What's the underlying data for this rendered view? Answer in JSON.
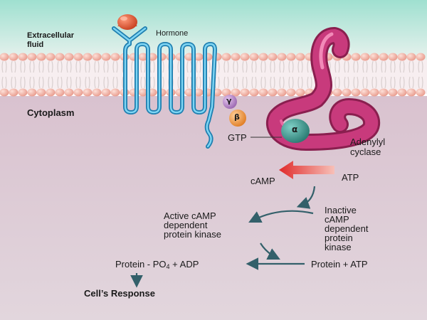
{
  "labels": {
    "extracellular": "Extracellular fluid",
    "hormone": "Hormone",
    "cytoplasm": "Cytoplasm",
    "gamma": "γ",
    "beta": "β",
    "alpha": "α",
    "gtp": "GTP",
    "adenylyl": "Adenylyl",
    "cyclase": "cyclase",
    "camp": "cAMP",
    "atp": "ATP",
    "active_kinase": [
      "Active cAMP",
      "dependent",
      "protein kinase"
    ],
    "inactive_kinase": [
      "Inactive",
      "cAMP",
      "dependent",
      "protein",
      "kinase"
    ],
    "left_product_a": "Protein - PO",
    "left_product_sub": "4",
    "left_product_b": " + ADP",
    "right_reactants": "Protein + ATP",
    "response": "Cell’s Response"
  },
  "colors": {
    "extracellular_top": "#9fe0d0",
    "extracellular_bottom": "#e9f2ee",
    "cytoplasm_top": "#d9c2cf",
    "cytoplasm_bottom": "#e0d3da",
    "phospholipid_head": "#f2b7ab",
    "receptor": "#3ab3e0",
    "adenylyl_cyclase": "#c13475",
    "hormone": "#e05c3c",
    "gamma_subunit": "#b986c8",
    "beta_subunit": "#f0a04a",
    "alpha_subunit": "#3d9c93",
    "camp_arrow": "#e03030",
    "pathway_arrow": "#33606a"
  }
}
